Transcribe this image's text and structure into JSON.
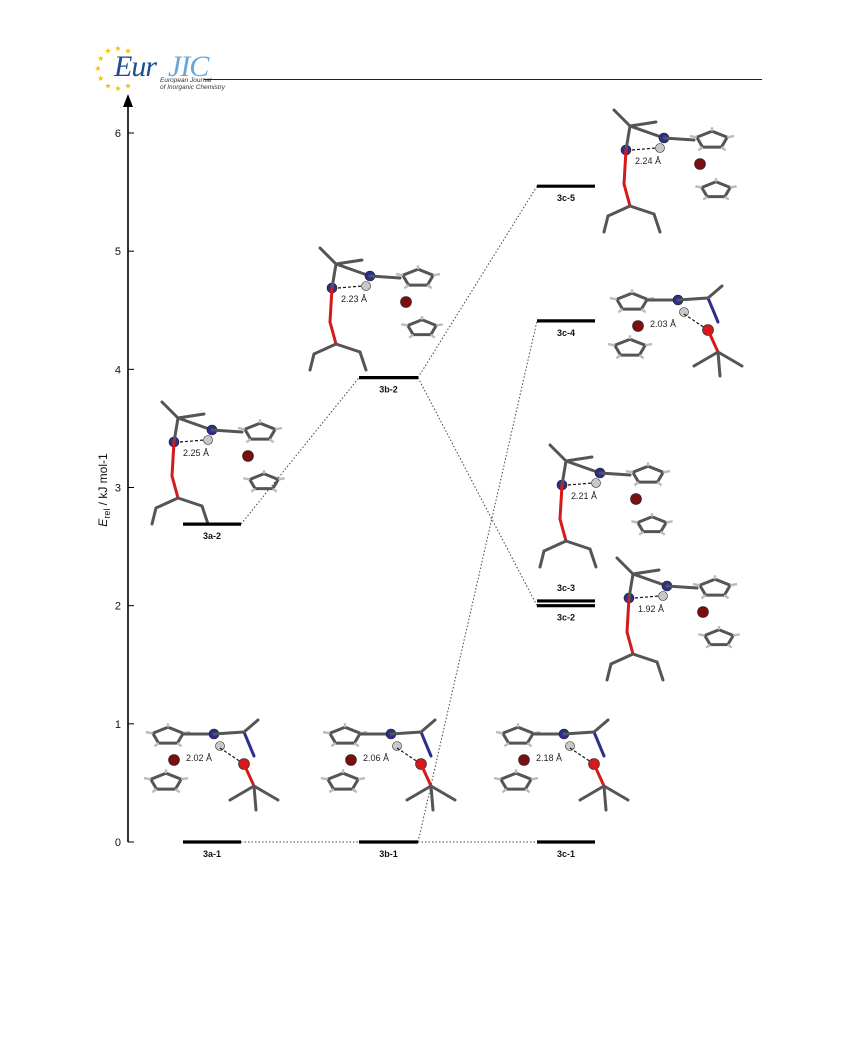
{
  "header": {
    "journal_logo_main": "Eur",
    "journal_logo_accent": "JIC",
    "journal_line1": "European Journal",
    "journal_line2": "of Inorganic Chemistry"
  },
  "colors": {
    "nitrogen": "#2b2e8a",
    "oxygen": "#d41a1a",
    "hydrogen": "#c8c8c8",
    "metal": "#7a0f0f",
    "bond": "#555555",
    "logo_dark": "#1d4f8f",
    "logo_light": "#6aa7d8",
    "stars": "#f2c200"
  },
  "chart_data": {
    "type": "energy-level diagram",
    "ylabel_main": "E",
    "ylabel_sub": "rel",
    "ylabel_unit": " / kJ mol-1",
    "ylim": [
      0,
      6.2
    ],
    "yticks": [
      "0",
      "1",
      "2",
      "3",
      "4",
      "5",
      "6"
    ],
    "levels": [
      {
        "id": "3a-1",
        "label": "3a-1",
        "column": 1,
        "energy": 0.0,
        "distance": "2.02 Å"
      },
      {
        "id": "3a-2",
        "label": "3a-2",
        "column": 1,
        "energy": 2.69,
        "distance": "2.25 Å"
      },
      {
        "id": "3b-1",
        "label": "3b-1",
        "column": 2,
        "energy": 0.0,
        "distance": "2.06 Å"
      },
      {
        "id": "3b-2",
        "label": "3b-2",
        "column": 2,
        "energy": 3.93,
        "distance": "2.23 Å"
      },
      {
        "id": "3c-1",
        "label": "3c-1",
        "column": 3,
        "energy": 0.0,
        "distance": "2.18 Å"
      },
      {
        "id": "3c-2",
        "label": "3c-2",
        "column": 3,
        "energy": 2.0,
        "distance": "1.92 Å"
      },
      {
        "id": "3c-3",
        "label": "3c-3",
        "column": 3,
        "energy": 2.04,
        "distance": "2.21 Å"
      },
      {
        "id": "3c-4",
        "label": "3c-4",
        "column": 3,
        "energy": 4.41,
        "distance": "2.03 Å"
      },
      {
        "id": "3c-5",
        "label": "3c-5",
        "column": 3,
        "energy": 5.55,
        "distance": "2.24 Å"
      }
    ],
    "connections": [
      [
        "3a-1",
        "3b-1"
      ],
      [
        "3b-1",
        "3c-1"
      ],
      [
        "3a-2",
        "3b-2"
      ],
      [
        "3b-2",
        "3c-5"
      ],
      [
        "3b-2",
        "3c-2"
      ],
      [
        "3b-1",
        "3c-4"
      ]
    ]
  }
}
